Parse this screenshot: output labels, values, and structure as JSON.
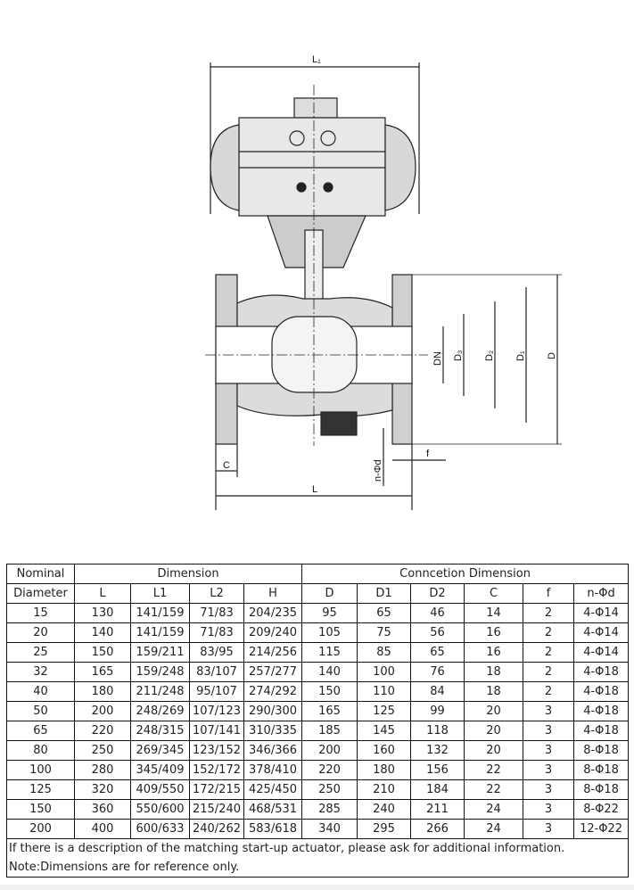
{
  "drawing": {
    "labels": {
      "L1": "L₁",
      "DN": "DN",
      "D3": "D₃",
      "D2": "D₂",
      "D1": "D₁",
      "D": "D",
      "C": "C",
      "L": "L",
      "f": "f",
      "nd": "n-Φd"
    }
  },
  "table": {
    "header1": {
      "nominal": "Nominal",
      "dimension": "Dimension",
      "connection": "Conncetion Dimension"
    },
    "header2": [
      "Diameter",
      "L",
      "L1",
      "L2",
      "H",
      "D",
      "D1",
      "D2",
      "C",
      "f",
      "n-Φd"
    ],
    "rows": [
      [
        "15",
        "130",
        "141/159",
        "71/83",
        "204/235",
        "95",
        "65",
        "46",
        "14",
        "2",
        "4-Φ14"
      ],
      [
        "20",
        "140",
        "141/159",
        "71/83",
        "209/240",
        "105",
        "75",
        "56",
        "16",
        "2",
        "4-Φ14"
      ],
      [
        "25",
        "150",
        "159/211",
        "83/95",
        "214/256",
        "115",
        "85",
        "65",
        "16",
        "2",
        "4-Φ14"
      ],
      [
        "32",
        "165",
        "159/248",
        "83/107",
        "257/277",
        "140",
        "100",
        "76",
        "18",
        "2",
        "4-Φ18"
      ],
      [
        "40",
        "180",
        "211/248",
        "95/107",
        "274/292",
        "150",
        "110",
        "84",
        "18",
        "2",
        "4-Φ18"
      ],
      [
        "50",
        "200",
        "248/269",
        "107/123",
        "290/300",
        "165",
        "125",
        "99",
        "20",
        "3",
        "4-Φ18"
      ],
      [
        "65",
        "220",
        "248/315",
        "107/141",
        "310/335",
        "185",
        "145",
        "118",
        "20",
        "3",
        "4-Φ18"
      ],
      [
        "80",
        "250",
        "269/345",
        "123/152",
        "346/366",
        "200",
        "160",
        "132",
        "20",
        "3",
        "8-Φ18"
      ],
      [
        "100",
        "280",
        "345/409",
        "152/172",
        "378/410",
        "220",
        "180",
        "156",
        "22",
        "3",
        "8-Φ18"
      ],
      [
        "125",
        "320",
        "409/550",
        "172/215",
        "425/450",
        "250",
        "210",
        "184",
        "22",
        "3",
        "8-Φ18"
      ],
      [
        "150",
        "360",
        "550/600",
        "215/240",
        "468/531",
        "285",
        "240",
        "211",
        "24",
        "3",
        "8-Φ22"
      ],
      [
        "200",
        "400",
        "600/633",
        "240/262",
        "583/618",
        "340",
        "295",
        "266",
        "24",
        "3",
        "12-Φ22"
      ]
    ],
    "note1": "If there is a description of the matching start-up actuator, please ask for additional information.",
    "note2": "Note:Dimensions are for reference only."
  }
}
